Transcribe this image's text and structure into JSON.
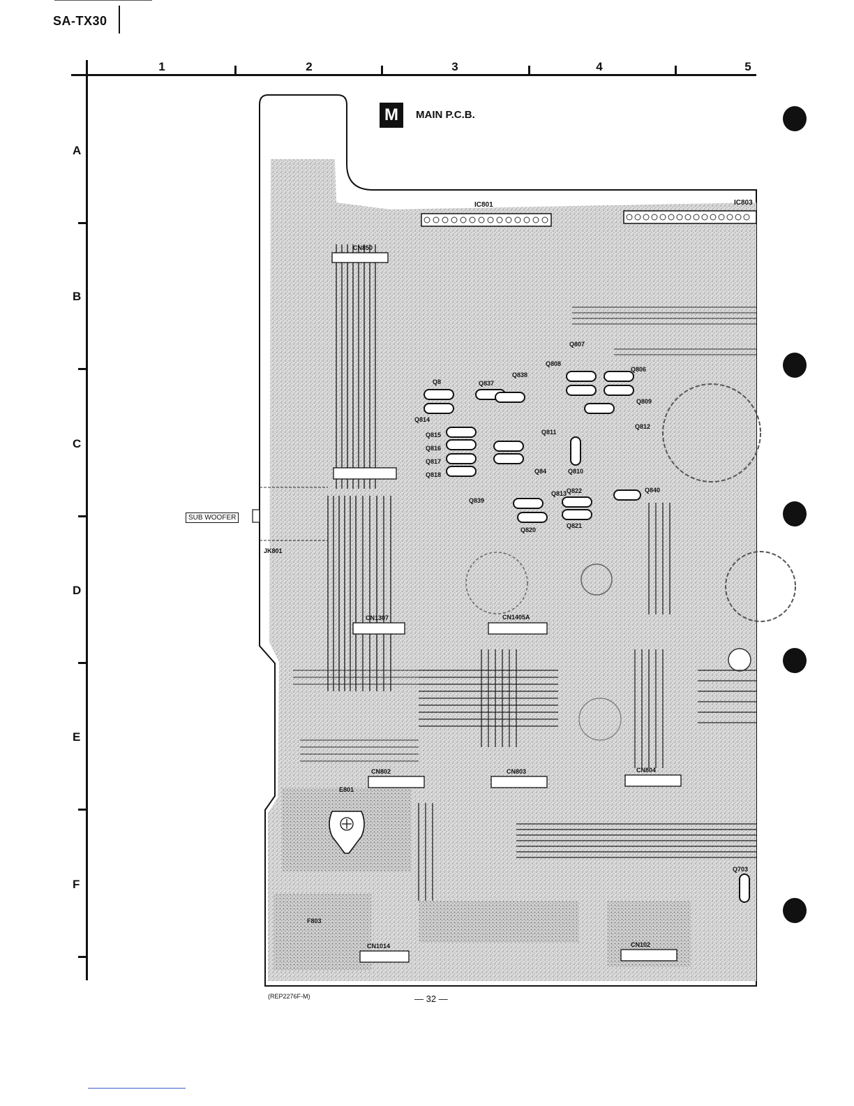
{
  "header": {
    "model": "SA-TX30"
  },
  "grid": {
    "columns": [
      "1",
      "2",
      "3",
      "4",
      "5"
    ],
    "rows": [
      "A",
      "B",
      "C",
      "D",
      "E",
      "F"
    ]
  },
  "board": {
    "badge": "M",
    "title": "MAIN P.C.B."
  },
  "labels": {
    "ic801": "IC801",
    "ic803": "IC803",
    "sub_woofer": "SUB WOOFER",
    "cn850": "CN850",
    "cn1307": "CN1307",
    "cn1405": "CN1405A",
    "cn803": "CN803",
    "cn804": "CN804",
    "cn802": "CN802",
    "cn102": "CN102",
    "cn1014": "CN1014",
    "e801": "E801",
    "f803": "F803",
    "jk801": "JK801"
  },
  "transistors": [
    "Q838",
    "Q837",
    "Q814",
    "Q815",
    "Q816",
    "Q817",
    "Q818",
    "Q811",
    "Q810",
    "Q839",
    "Q820",
    "Q822",
    "Q821",
    "Q840",
    "Q806",
    "Q807",
    "Q808",
    "Q809",
    "Q812",
    "Q703",
    "Q813",
    "Q84",
    "Q8"
  ],
  "footer": {
    "ref_code": "(REP2276F-M)",
    "page": "— 32 —"
  }
}
